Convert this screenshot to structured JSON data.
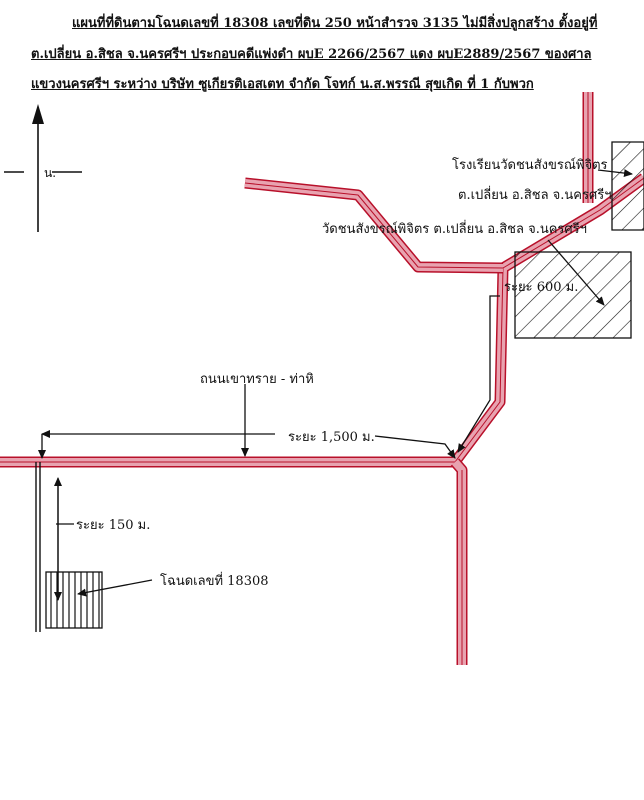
{
  "header": {
    "line1": "แผนที่ที่ดินตามโฉนดเลขที่ 18308 เลขที่ดิน 250 หน้าสำรวจ 3135 ไม่มีสิ่งปลูกสร้าง ตั้งอยู่ที่",
    "line2": "ต.เปลี่ยน อ.สิชล จ.นครศรีฯ ประกอบคดีแพ่งดำ ผบE 2266/2567 แดง ผบE2889/2567 ของศาล",
    "line3": "แขวงนครศรีฯ ระหว่าง บริษัท ซูเกียรติเอสเตท จำกัด โจทก์ น.ส.พรรณี สุขเกิด ที่ 1 กับพวก"
  },
  "north_arrow": {
    "label": "น."
  },
  "labels": {
    "school_line1": "โรงเรียนวัดชนสังขรณ์พิจิตร",
    "school_line2": "ต.เปลี่ยน อ.สิชล จ.นครศรีฯ",
    "temple": "วัดชนสังขรณ์พิจิตร ต.เปลี่ยน อ.สิชล จ.นครศรีฯ",
    "dist_600": "ระยะ 600 ม.",
    "road_name": "ถนนเขาทราย - ท่าหิ",
    "dist_1500": "ระยะ 1,500 ม.",
    "dist_150": "ระยะ 150 ม.",
    "parcel": "โฉนดเลขที่ 18308"
  },
  "colors": {
    "road_fill": "#e8a3b0",
    "road_edge": "#b8102a",
    "ink": "#111111"
  }
}
